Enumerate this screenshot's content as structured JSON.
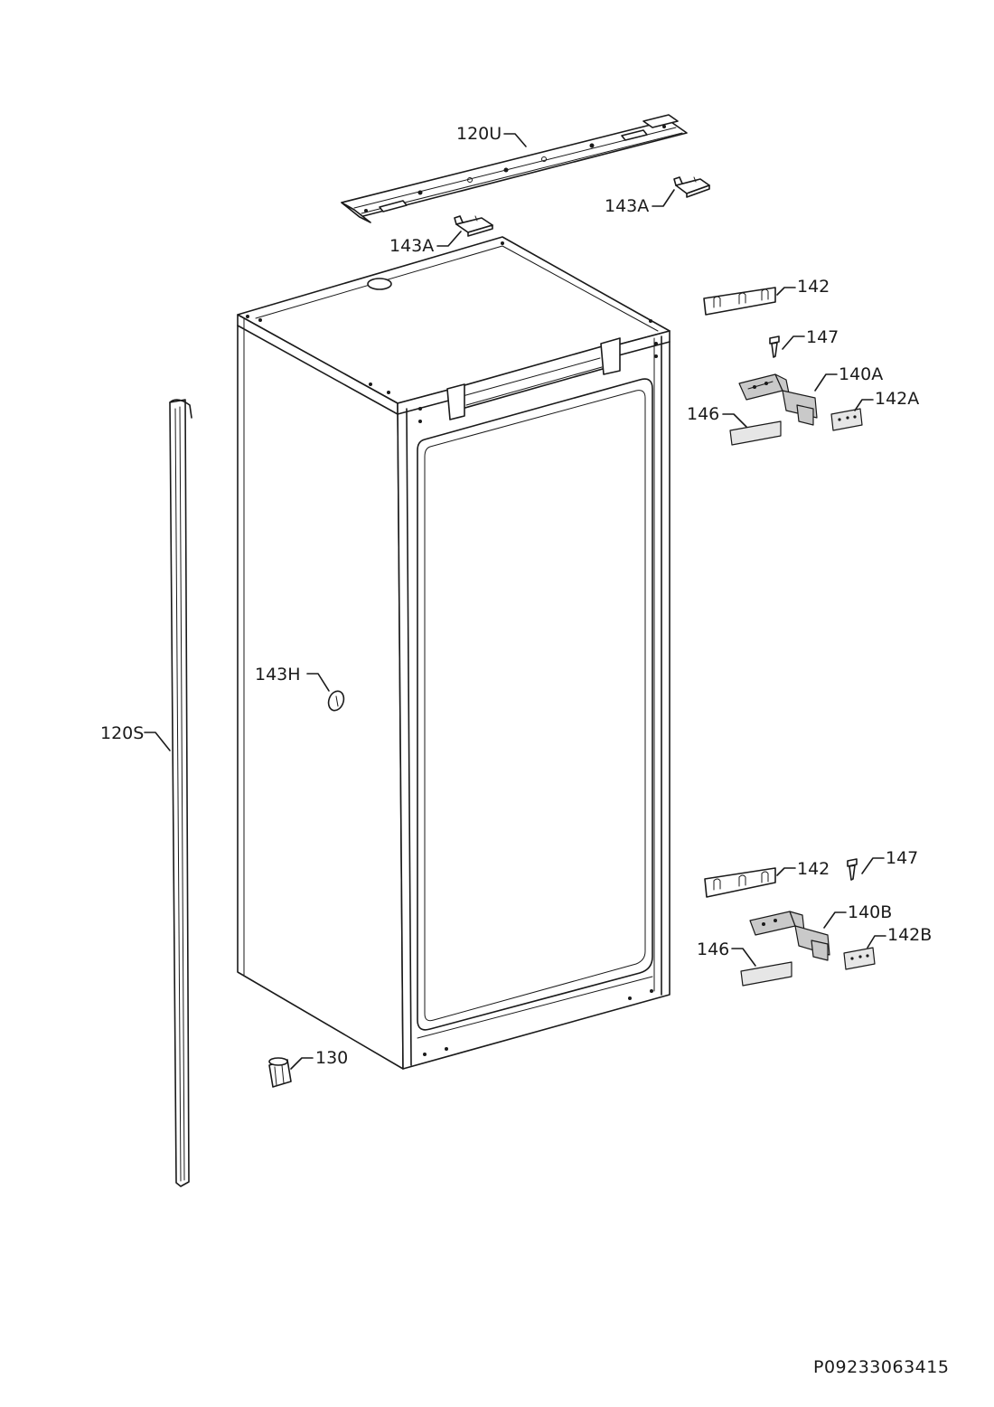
{
  "labels": {
    "l120U": "120U",
    "l143A_top": "143A",
    "l143A_mid": "143A",
    "l142_top": "142",
    "l147_top": "147",
    "l140A": "140A",
    "l142A": "142A",
    "l146_top": "146",
    "l143H": "143H",
    "l120S": "120S",
    "l142_bot": "142",
    "l147_bot": "147",
    "l140B": "140B",
    "l142B": "142B",
    "l146_bot": "146",
    "l130": "130"
  },
  "reference_number": "P09233063415"
}
